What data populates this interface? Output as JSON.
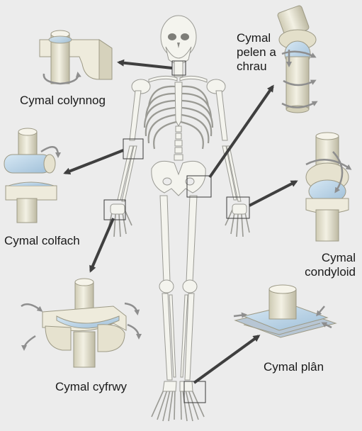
{
  "labels": {
    "pivot": "Cymal colynnog",
    "ball_socket": "Cymal\npelen a\nchrau",
    "hinge": "Cymal colfach",
    "condyloid": "Cymal\ncondyloid",
    "saddle": "Cymal cyfrwy",
    "plane": "Cymal plân"
  },
  "colors": {
    "background": "#ececec",
    "bone": "#f4f4ee",
    "bone_outline": "#9a9a94",
    "joint_model": "#e9e6d4",
    "cartilage": "#b9d3e6",
    "arrow": "#3f3f3f",
    "rotation_arrow": "#8e8e8e"
  }
}
